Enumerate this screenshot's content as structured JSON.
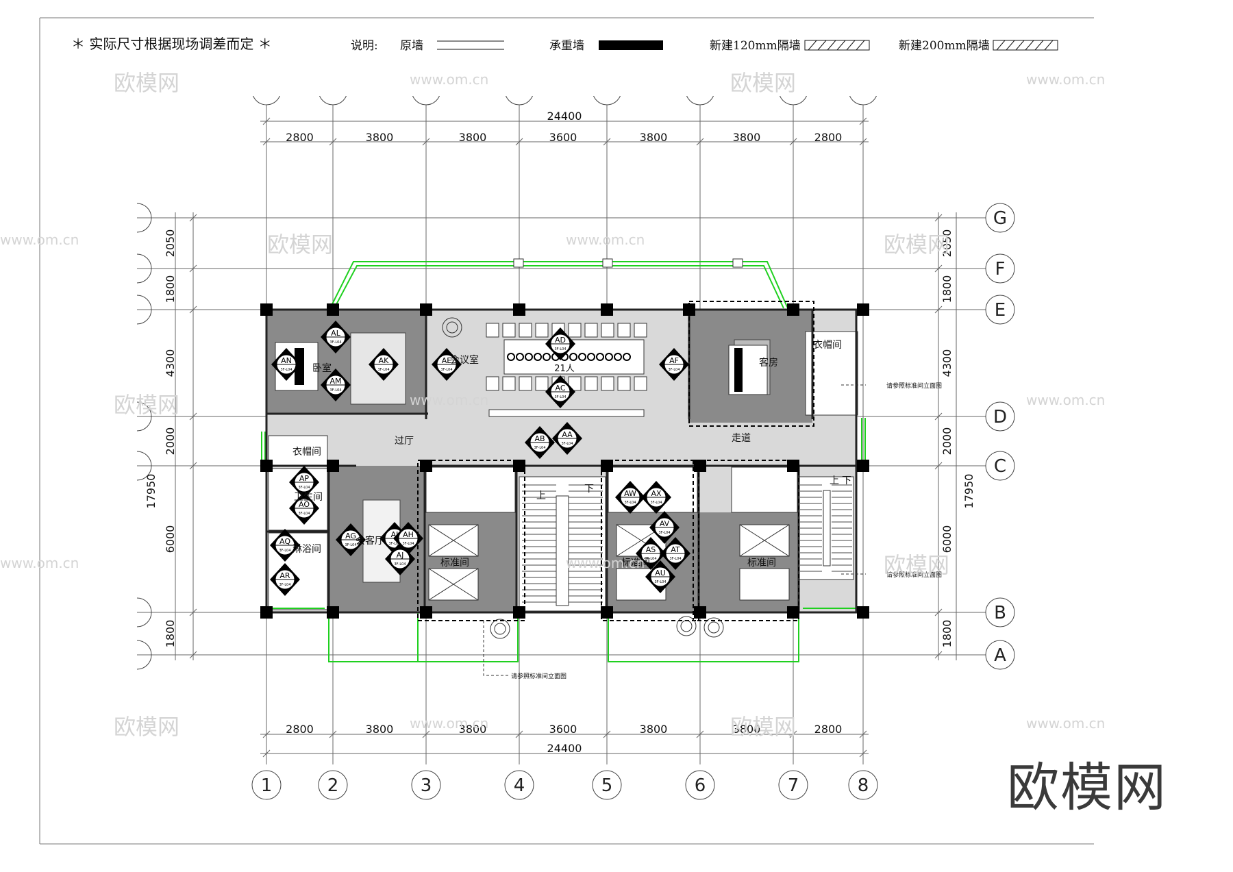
{
  "header": {
    "note": "＊ 实际尺寸根据现场调差而定 ＊",
    "legend_title": "说明:",
    "legend": [
      {
        "label": "原墙",
        "style": "double-line"
      },
      {
        "label": "承重墙",
        "style": "solid-black"
      },
      {
        "label": "新建120mm隔墙",
        "style": "hatched"
      },
      {
        "label": "新建200mm隔墙",
        "style": "hatched"
      }
    ]
  },
  "grid": {
    "columns": [
      "1",
      "2",
      "3",
      "4",
      "5",
      "6",
      "7",
      "8"
    ],
    "rows": [
      "G",
      "F",
      "E",
      "D",
      "C",
      "B",
      "A"
    ],
    "top_total": "24400",
    "top_spans": [
      "2800",
      "3800",
      "3800",
      "3600",
      "3800",
      "3800",
      "2800"
    ],
    "bottom_total": "24400",
    "bottom_spans": [
      "2800",
      "3800",
      "3800",
      "3600",
      "3800",
      "3800",
      "2800"
    ],
    "side_spans": [
      "2050",
      "1800",
      "4300",
      "2000",
      "6000",
      "1800"
    ],
    "side_total": "17950"
  },
  "rooms": {
    "bedroom": "卧室",
    "meeting_room": "会议室",
    "meeting_capacity": "21人",
    "guest_room": "客房",
    "cloakroom_right": "衣帽间",
    "cloakroom_left": "衣帽间",
    "corridor": "走道",
    "lobby": "过厅",
    "bathroom": "卫生间",
    "shower": "淋浴间",
    "living": "会客厅",
    "standard_a": "标准间",
    "standard_b": "标准间",
    "standard_c": "标准间",
    "stair_up_a": "上",
    "stair_down_a": "下",
    "stair_up_b": "上",
    "stair_down_b": "下"
  },
  "callouts": [
    "AL",
    "AK",
    "AM",
    "AN",
    "AD",
    "AE",
    "AC",
    "AF",
    "AB",
    "AA",
    "AP",
    "AO",
    "AQ",
    "AR",
    "AG",
    "AI",
    "AH",
    "AJ",
    "AW",
    "AX",
    "AV",
    "AS",
    "AT",
    "AU"
  ],
  "callout_sub": "3F-L04",
  "notes": {
    "ref_elevation_1": "请参照标准间立面图",
    "ref_elevation_2": "请参照标准间立面图",
    "ref_elevation_3": "请参照标准间立面图"
  },
  "watermark": {
    "cn": "欧模网",
    "url": "www.om.cn",
    "logo": "欧模网"
  },
  "colors": {
    "wall": "#000000",
    "green_wall": "#1fd01f",
    "floor_dark": "#8a8a8a",
    "floor_light": "#d9d9d9",
    "line": "#333333"
  }
}
